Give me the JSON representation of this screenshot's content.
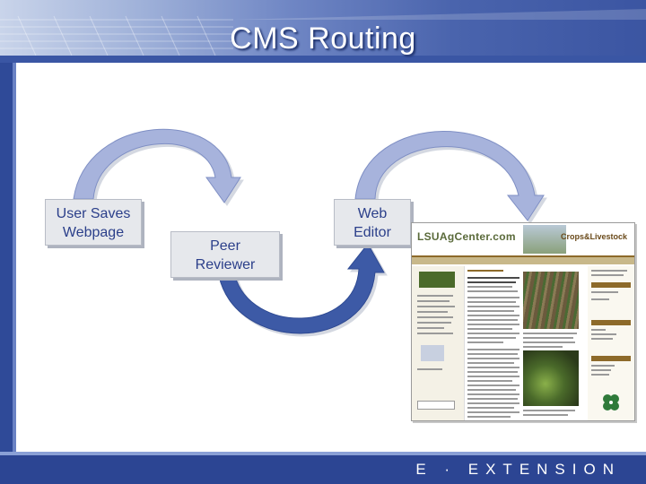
{
  "slide": {
    "title": "CMS Routing",
    "footer": "E · EXTENSION"
  },
  "boxes": {
    "user_saves": [
      "User Saves",
      "Webpage"
    ],
    "peer_reviewer": [
      "Peer",
      "Reviewer"
    ],
    "web_editor": [
      "Web",
      "Editor"
    ]
  },
  "webpage": {
    "logo": "LSUAgCenter.com",
    "section": "Crops&Livestock"
  },
  "colors": {
    "title_text": "#ffffff",
    "box_text": "#2b3f8a",
    "arrow_light": "#a7b3dc",
    "arrow_dark": "#3d5aa6",
    "footer_bg": "#2c4593"
  }
}
